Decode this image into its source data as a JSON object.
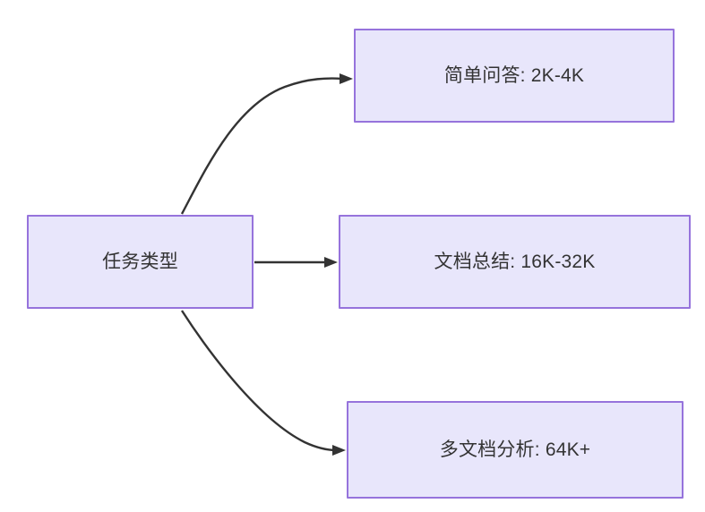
{
  "diagram": {
    "type": "flowchart",
    "direction": "left-to-right",
    "background_color": "#ffffff",
    "node_fill_color": "#e8e6fb",
    "node_border_color": "#9673dc",
    "text_color": "#333333",
    "edge_color": "#333333",
    "root": {
      "id": "task-type",
      "label": "任务类型"
    },
    "branches": [
      {
        "id": "simple-qa",
        "label": "简单问答: 2K-4K",
        "task": "简单问答",
        "range": "2K-4K",
        "edge_style": "curved-up"
      },
      {
        "id": "doc-summary",
        "label": "文档总结: 16K-32K",
        "task": "文档总结",
        "range": "16K-32K",
        "edge_style": "straight"
      },
      {
        "id": "multi-doc",
        "label": "多文档分析: 64K+",
        "task": "多文档分析",
        "range": "64K+",
        "edge_style": "curved-down"
      }
    ]
  }
}
